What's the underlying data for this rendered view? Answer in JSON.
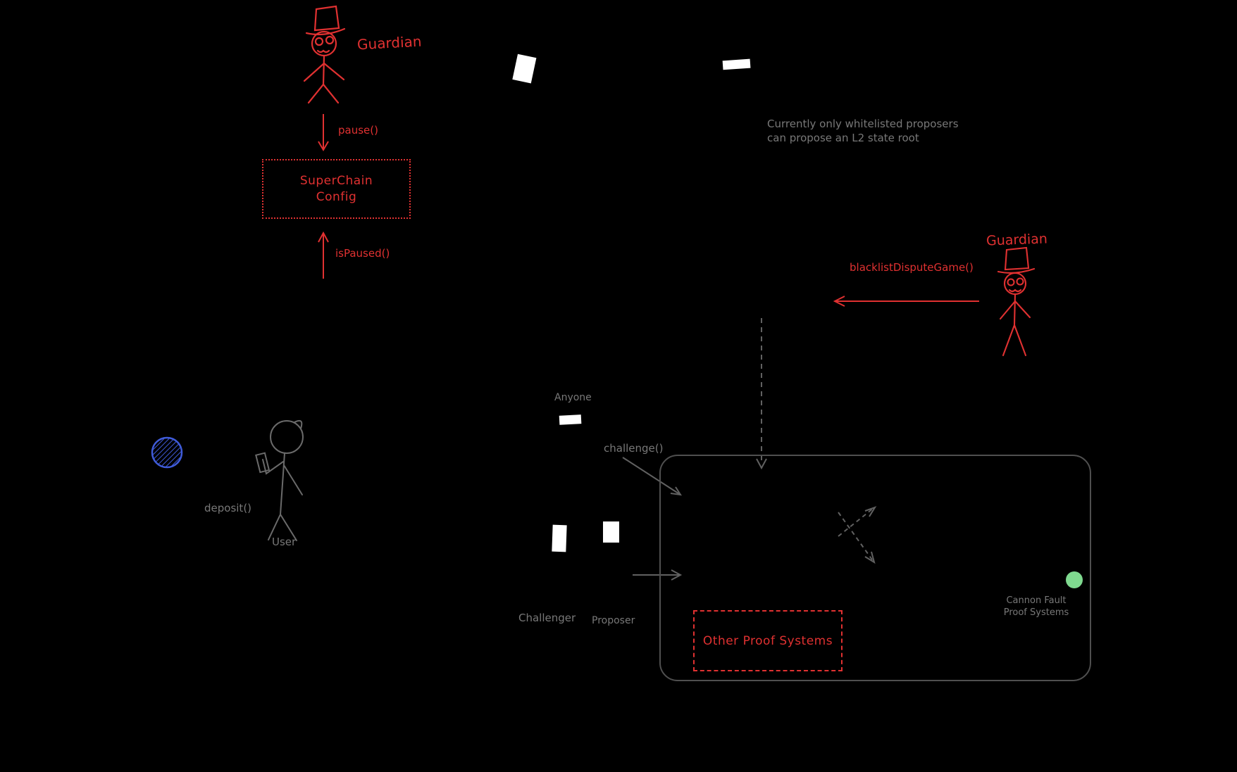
{
  "diagram": {
    "background": "#000000",
    "colors": {
      "red": "#e03131",
      "gray_text": "#787878",
      "gray_stroke": "#616161",
      "blue": "#3f5bd9",
      "green": "#7fd98f",
      "white": "#ffffff"
    },
    "guardian_top": {
      "label": "Guardian"
    },
    "guardian_right": {
      "label": "Guardian"
    },
    "user": {
      "label": "User"
    },
    "superchain_config": {
      "line1": "SuperChain",
      "line2": "Config"
    },
    "arrows": {
      "pause": "pause()",
      "is_paused": "isPaused()",
      "blacklist_dispute_game": "blacklistDisputeGame()",
      "challenge": "challenge()",
      "deposit": "deposit()"
    },
    "whitelist_note": {
      "line1": "Currently only whitelisted proposers",
      "line2": "can propose an L2 state root"
    },
    "anyone_label": "Anyone",
    "challenger_label": "Challenger",
    "proposer_label": "Proposer",
    "other_proof_systems": {
      "label": "Other Proof Systems"
    },
    "cannon_note": {
      "line1": "Cannon Fault",
      "line2": "Proof Systems"
    }
  }
}
